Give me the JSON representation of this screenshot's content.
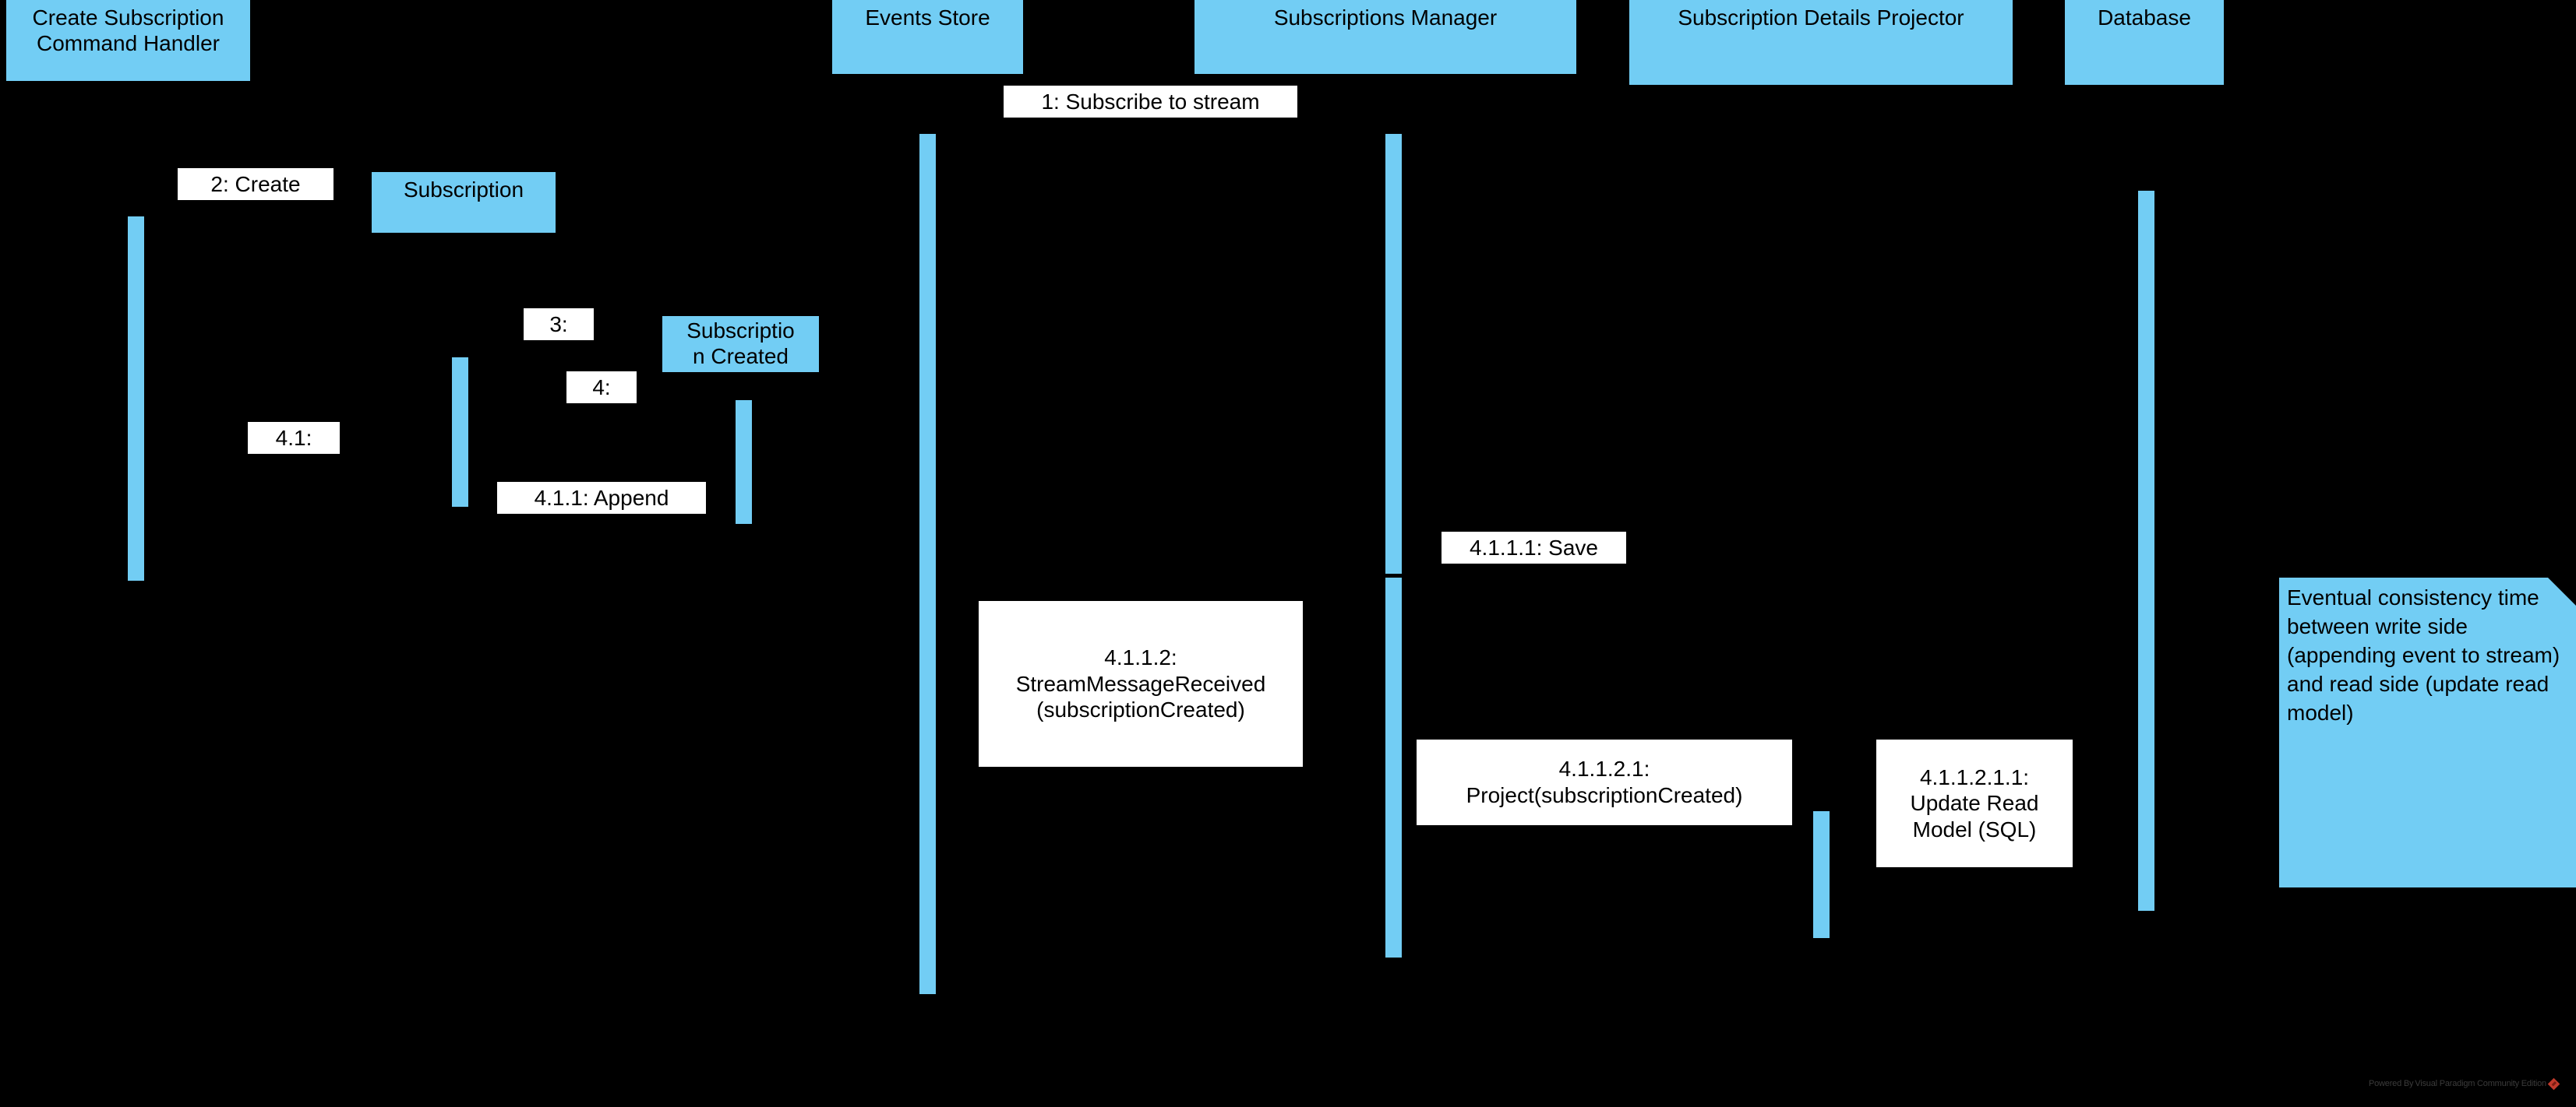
{
  "diagram": {
    "type": "uml-sequence-diagram",
    "background_color": "#000000",
    "accent_color": "#72CDF4",
    "label_background_color": "#FFFFFF",
    "text_color": "#000000"
  },
  "lifelines": [
    {
      "id": "create-subscription-command-handler",
      "label": "Create Subscription\nCommand Handler"
    },
    {
      "id": "events-store",
      "label": "Events Store"
    },
    {
      "id": "subscriptions-manager",
      "label": "Subscriptions Manager"
    },
    {
      "id": "subscription-details-projector",
      "label": "Subscription Details Projector"
    },
    {
      "id": "database",
      "label": "Database"
    }
  ],
  "created_objects": [
    {
      "id": "subscription",
      "label": "Subscription"
    },
    {
      "id": "subscription-created",
      "label": "Subscriptio\nn Created"
    }
  ],
  "messages": [
    {
      "id": "m1",
      "label": "1: Subscribe to stream"
    },
    {
      "id": "m2",
      "label": "2: Create"
    },
    {
      "id": "m3",
      "label": "3:"
    },
    {
      "id": "m4",
      "label": "4:"
    },
    {
      "id": "m41",
      "label": "4.1:"
    },
    {
      "id": "m411",
      "label": "4.1.1: Append"
    },
    {
      "id": "m4111",
      "label": "4.1.1.1: Save"
    },
    {
      "id": "m4112",
      "label": "4.1.1.2:\nStreamMessageReceived\n(subscriptionCreated)"
    },
    {
      "id": "m41121",
      "label": "4.1.1.2.1:\nProject(subscriptionCreated)"
    },
    {
      "id": "m411211",
      "label": "4.1.1.2.1.1:\nUpdate Read\nModel (SQL)"
    }
  ],
  "note": {
    "id": "eventual-consistency-note",
    "text": "Eventual consistency time between write side (appending event to stream) and read side (update read model)"
  },
  "watermark": {
    "text": "Powered By Visual Paradigm Community Edition",
    "logo_color": "#C0392B"
  }
}
